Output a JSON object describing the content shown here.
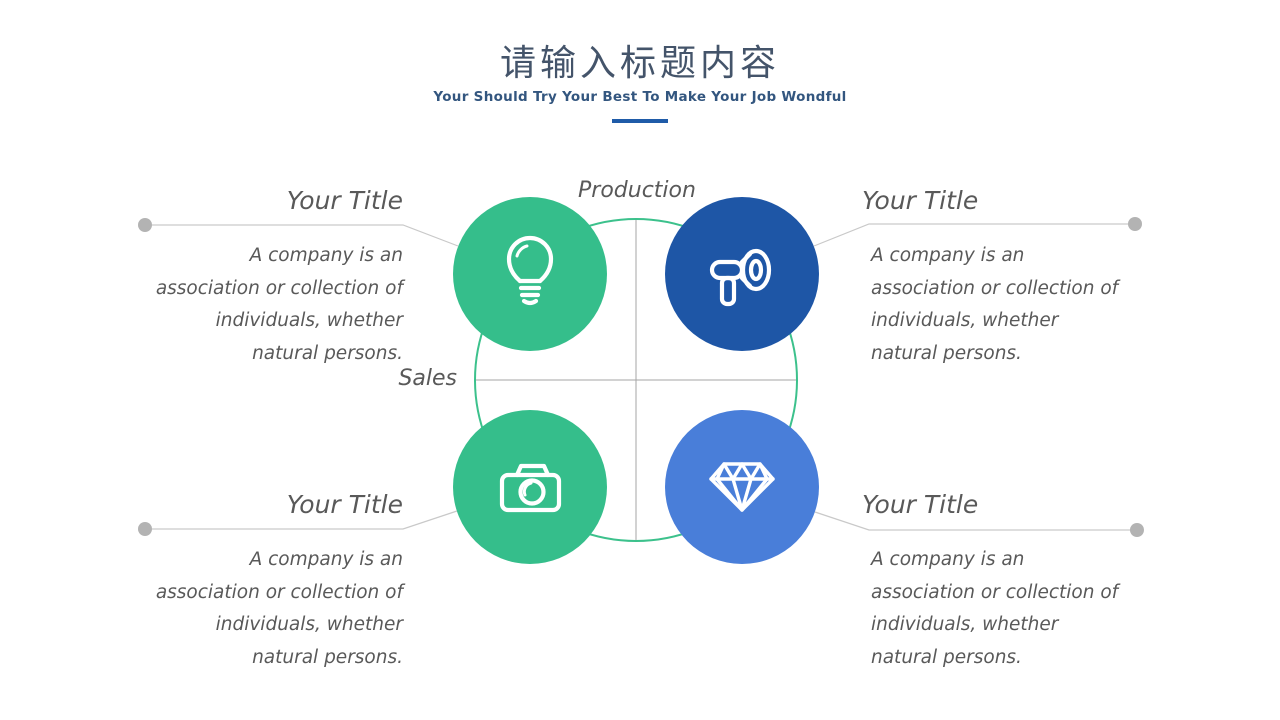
{
  "slide": {
    "title": "请输入标题内容",
    "subtitle": "Your Should Try Your Best To Make Your Job Wondful"
  },
  "diagram": {
    "axes": {
      "top_label": "Production",
      "left_label": "Sales"
    },
    "colors": {
      "title_text": "#44546A",
      "subtitle_text": "#33567F",
      "underline": "#1F5BA8",
      "green_circle": "#35BE8B",
      "dark_blue_circle": "#1E56A6",
      "light_blue_circle": "#497ED9",
      "outline_circle": "#3CC18C",
      "body_text": "#595959",
      "connector_line": "#C9C9C9",
      "connector_dot": "#B3B3B3",
      "crosshair_line": "#A6A6A6",
      "icon_stroke": "#FFFFFF"
    },
    "quadrants": [
      {
        "position": "top-left",
        "icon": "lightbulb-icon",
        "title": "Your Title",
        "lines": [
          "A company is an",
          "association or collection of",
          "individuals, whether",
          "natural persons."
        ]
      },
      {
        "position": "top-right",
        "icon": "megaphone-icon",
        "title": "Your Title",
        "lines": [
          "A company is an",
          "association or collection of",
          "individuals, whether",
          "natural persons."
        ]
      },
      {
        "position": "bottom-left",
        "icon": "camera-icon",
        "title": "Your Title",
        "lines": [
          "A company is an",
          "association or collection of",
          "individuals, whether",
          "natural persons."
        ]
      },
      {
        "position": "bottom-right",
        "icon": "diamond-icon",
        "title": "Your Title",
        "lines": [
          "A company is an",
          "association or collection of",
          "individuals, whether",
          "natural persons."
        ]
      }
    ]
  }
}
